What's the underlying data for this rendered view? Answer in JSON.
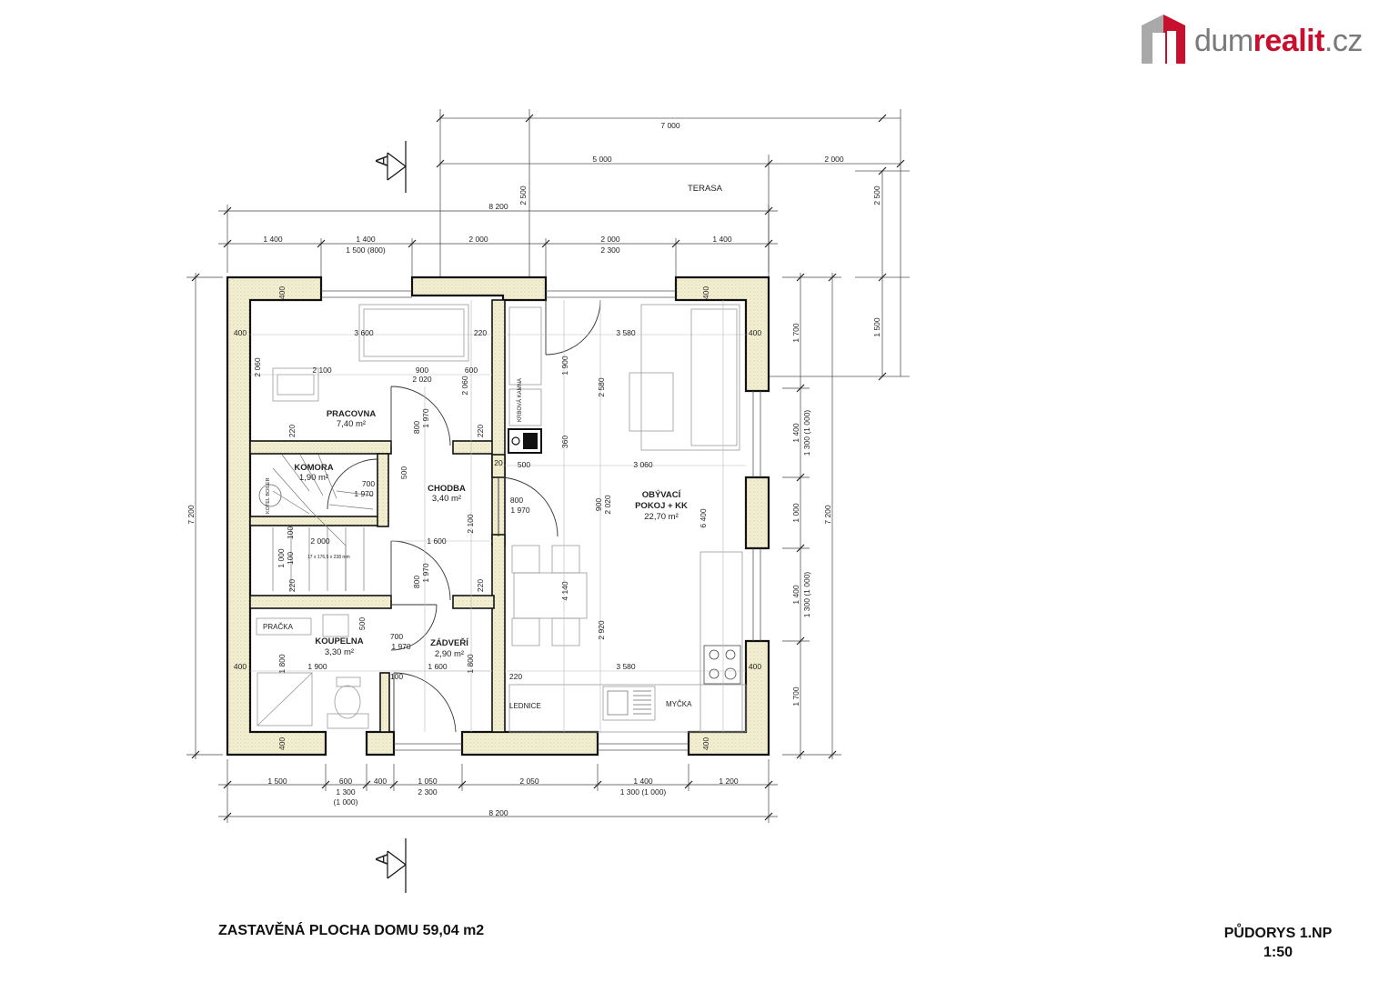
{
  "brand": {
    "part1": "dum",
    "part2": "realit",
    "part3": ".cz"
  },
  "plan": {
    "section_mark": "A",
    "rooms": {
      "pracovna": {
        "name": "PRACOVNA",
        "area": "7,40 m²"
      },
      "komora": {
        "name": "KOMORA",
        "area": "1,90 m²"
      },
      "chodba": {
        "name": "CHODBA",
        "area": "3,40 m²"
      },
      "obyvaci_1": "OBÝVACÍ",
      "obyvaci_2": "POKOJ + KK",
      "obyvaci_area": "22,70 m²",
      "koupelna": {
        "name": "KOUPELNA",
        "area": "3,30 m²"
      },
      "zadveri": {
        "name": "ZÁDVEŘÍ",
        "area": "2,90 m²"
      },
      "terasa": "TERASA"
    },
    "fixtures": {
      "pracka": "PRAČKA",
      "lednice": "LEDNICE",
      "mycka": "MYČKA",
      "kamna": "KRBOVÁ KAMNA",
      "kotel": "KOTEL BOILER",
      "stairs": "17 x 176,5 x 238 mm"
    },
    "dims": {
      "d7000": "7 000",
      "d5000": "5 000",
      "d2000a": "2 000",
      "d2500a": "2 500",
      "d2500b": "2 500",
      "d8200top": "8 200",
      "d1400a": "1 400",
      "d1400b": "1 400",
      "d1500_800": "1 500 (800)",
      "d2000b": "2 000",
      "d2000c": "2 000",
      "d2300a": "2 300",
      "d1400c": "1 400",
      "d1500r": "1 500",
      "d1700a": "1 700",
      "d1400r1": "1 400",
      "d1300_1000a": "1 300 (1 000)",
      "d1000r": "1 000",
      "d1400r2": "1 400",
      "d1300_1000b": "1 300 (1 000)",
      "d1700b": "1 700",
      "d7200r": "7 200",
      "d7200l": "7 200",
      "d1500b": "1 500",
      "d600b": "600",
      "d400b": "400",
      "d1050": "1 050",
      "d2050": "2 050",
      "d1400bb": "1 400",
      "d1200": "1 200",
      "d1300_1000c": "1 300",
      "d1000p": "(1 000)",
      "d2300b": "2 300",
      "d1300_1000d": "1 300 (1 000)",
      "d8200bot": "8 200",
      "i400_1": "400",
      "i400_2": "400",
      "i400_3": "400",
      "i400_4": "400",
      "i400_5": "400",
      "i400_6": "400",
      "i400_7": "400",
      "i400_8": "400",
      "i3600": "3 600",
      "i220a": "220",
      "i2060a": "2 060",
      "i2100a": "2 100",
      "i900a": "900",
      "i600a": "600",
      "i2020a": "2 020",
      "i2060b": "2 060",
      "i220b": "220",
      "i800a": "800",
      "i1970a": "1 970",
      "i220c": "220",
      "i3580a": "3 580",
      "i1900": "1 900",
      "i2580": "2 580",
      "i360": "360",
      "i20": "20",
      "i500a": "500",
      "i3060": "3 060",
      "i700a": "700",
      "i1970b": "1 970",
      "i500b": "500",
      "i800b": "800",
      "i1970c": "1 970",
      "i2100b": "2 100",
      "i900b": "900",
      "i2020b": "2 020",
      "i6400": "6 400",
      "i100a": "100",
      "i100b": "100",
      "i2000": "2 000",
      "i1600a": "1 600",
      "i1000": "1 000",
      "i220d": "220",
      "i800c": "800",
      "i1970d": "1 970",
      "i220e": "220",
      "i4140": "4 140",
      "i2920": "2 920",
      "i700b": "700",
      "i1970e": "1 970",
      "i500c": "500",
      "i1600b": "1 600",
      "i1900b": "1 900",
      "i1800a": "1 800",
      "i1800b": "1 800",
      "i100c": "100",
      "i220f": "220",
      "i3580b": "3 580"
    }
  },
  "footer": {
    "built_area": "ZASTAVĚNÁ PLOCHA DOMU  59,04 m2",
    "title": "PŮDORYS 1.NP",
    "scale": "1:50"
  }
}
